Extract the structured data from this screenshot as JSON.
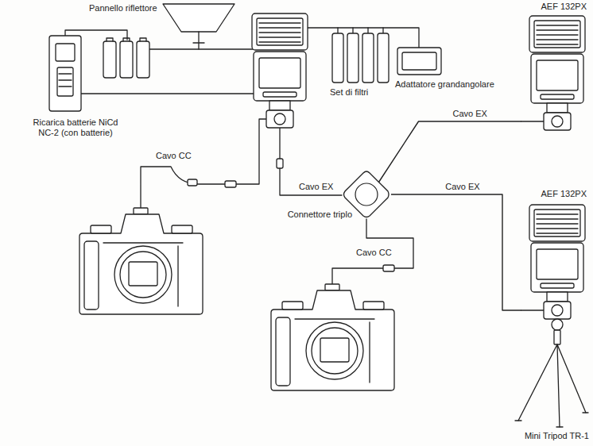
{
  "diagram": {
    "nodes": [
      {
        "text": [
          "Pannello riflettore"
        ]
      },
      {
        "text": [
          "AEF 132PX"
        ]
      },
      {
        "text": [
          "Ricarica batterie NiCd NC-2 (con batterie)"
        ]
      },
      {
        "text": [
          "Set di filtri"
        ]
      },
      {
        "text": [
          "Adattatore grandangolare"
        ]
      },
      {
        "text": [
          "Connettore triplo"
        ]
      },
      {
        "text": [
          "AEF 132PX"
        ]
      },
      {
        "text": [
          "Mini Tripod TR-1"
        ]
      }
    ],
    "edges": [
      {
        "from": 5,
        "to": 1,
        "arrow": "none",
        "label": "Cavo EX"
      },
      {
        "from": 5,
        "to": 6,
        "arrow": "none",
        "label": "Cavo EX"
      }
    ],
    "labels": [
      "Cavo CC",
      "Cavo EX",
      "Cavo CC"
    ]
  }
}
